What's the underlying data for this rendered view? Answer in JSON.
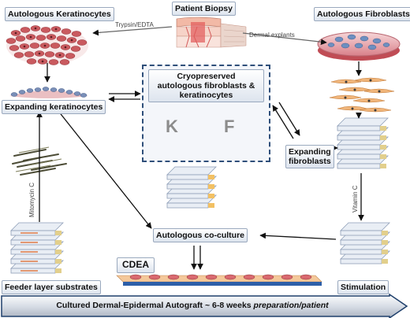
{
  "labels": {
    "autologous_keratinocytes": "Autologous Keratinocytes",
    "patient_biopsy": "Patient Biopsy",
    "autologous_fibroblasts": "Autologous Fibroblasts",
    "expanding_keratinocytes": "Expanding keratinocytes",
    "cryopreserved_line1": "Cryopreserved",
    "cryopreserved_line2": "autologous fibroblasts &",
    "cryopreserved_line3": "keratinocytes",
    "expanding_fibroblasts_line1": "Expanding",
    "expanding_fibroblasts_line2": "fibroblasts",
    "autologous_coculture": "Autologous co-culture",
    "cdea": "CDEA",
    "feeder_layer_substrates": "Feeder layer substrates",
    "stimulation": "Stimulation"
  },
  "annotations": {
    "trypsin_edta": "Trypsin/EDTA",
    "dermal_explants": "Dermal explants",
    "mitomycin_c": "Mitomycin C",
    "vitamin_c": "Vitamin C"
  },
  "flask_letters": {
    "keratinocyte": "K",
    "fibroblast": "F"
  },
  "banner": {
    "prefix": "Cultured Dermal-Epidermal Autograft ~ 6-8 weeks ",
    "emphasis": "preparation/patient"
  },
  "colors": {
    "label_border": "#9aa9be",
    "dashed_box": "#2f4f7a",
    "cell_red": "#b8454a",
    "fibroblast_orange": "#e8a05a",
    "fibroblast_blue": "#5b7fb5",
    "flask_pink": "#e6a7c3",
    "banner_blue": "#1e3f6b"
  }
}
